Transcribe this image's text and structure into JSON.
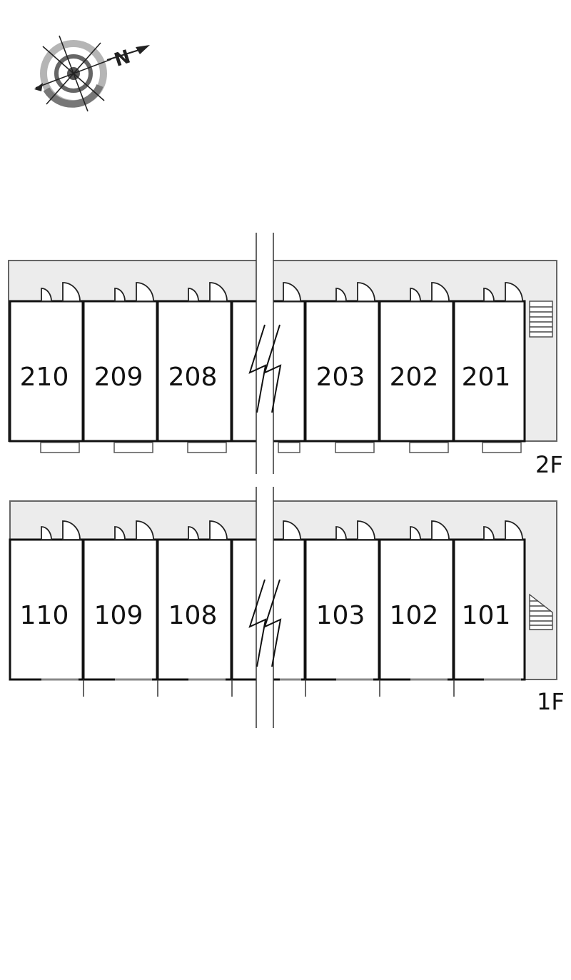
{
  "compass": {
    "north_label": "N",
    "icon": "compass-icon"
  },
  "floors": [
    {
      "label": "2F",
      "units": [
        "210",
        "209",
        "208",
        "",
        "203",
        "202",
        "201"
      ]
    },
    {
      "label": "1F",
      "units": [
        "110",
        "109",
        "108",
        "",
        "103",
        "102",
        "101"
      ]
    }
  ],
  "colors": {
    "corridor": "#eeeeee",
    "wall": "#111111",
    "line": "#555555",
    "compass_ring": "#999999"
  }
}
